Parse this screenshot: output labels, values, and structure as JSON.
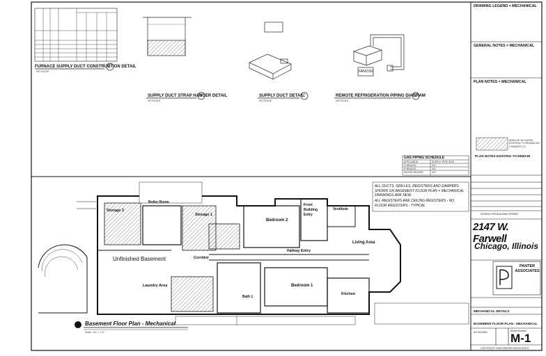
{
  "details": {
    "a_title": "FURNACE SUPPLY DUCT CONSTRUCTION DETAIL",
    "a_tag": "A",
    "b_title": "SUPPLY DUCT STRAP HANGER DETAIL",
    "b_tag": "B",
    "c_title": "SUPPLY DUCT DETAIL",
    "c_tag": "C",
    "d_title": "REMOTE REFRIGERATION PIPING DIAGRAM",
    "d_tag": "D",
    "scale": "NO SCALE",
    "fancoil": "FANCOIL"
  },
  "gas_schedule": {
    "title": "GAS PIPING SCHEDULE",
    "headers": [
      "APPLIANCE",
      "SUPPLY PIPE SIZE"
    ],
    "rows": [
      [
        "FURNACE",
        "3/4\""
      ],
      [
        "FURNACE",
        "3/4\""
      ],
      [
        "WATER HEATER",
        "3/4\""
      ]
    ]
  },
  "plan": {
    "rooms": [
      "Storage 2",
      "Boiler Room",
      "Storage 1",
      "Bedroom 2",
      "Front Building Entry",
      "Vestibule",
      "Living Area",
      "Unfinished Basement",
      "Corridor",
      "Entry",
      "Hallway",
      "Laundry Area",
      "Bedroom 1",
      "Kitchen",
      "Bath 1"
    ],
    "note_1": "ALL DUCTS, GRILLES, REGISTERS AND DAMPERS SHOWN ON BASEMENT FLOOR PLAN = MECHANICAL DRAWINGS ARE NEW.",
    "note_2": "ALL REGISTERS ARE CEILING REGISTERS - NO FLOOR REGISTERS - TYPICAL",
    "title": "Basement Floor Plan - Mechanical",
    "scale": "Scale: 1/4\" = 1'-0\""
  },
  "legend": {
    "drawing_legend": "DRAWING LEGEND = MECHANICAL",
    "general_notes": "GENERAL NOTES = MECHANICAL",
    "plan_notes": "PLAN NOTES = MECHANICAL",
    "existing": "PLAN NOTES EXISTING TO REMAIN",
    "no_work": "AREA OF NO WORK, EXISTING TO REMAIN NO CHANGES (**)"
  },
  "title_block": {
    "revision": "ISSUED FOR BUILDING PERMIT",
    "address": "2147 W. Farwell",
    "city": "Chicago, Illinois",
    "firm": "PANTER ASSOCIATES",
    "sheet_title_1": "MECHANICAL DETAILS",
    "sheet_title_2": "BASEMENT FLOOR PLAN - MECHANICAL",
    "scale": "AS SHOWN",
    "sheet_number": "M-1",
    "sheet_label": "Sheet Number",
    "copyright": "COPYRIGHT 2008 PANTER ASSOCIATES"
  }
}
